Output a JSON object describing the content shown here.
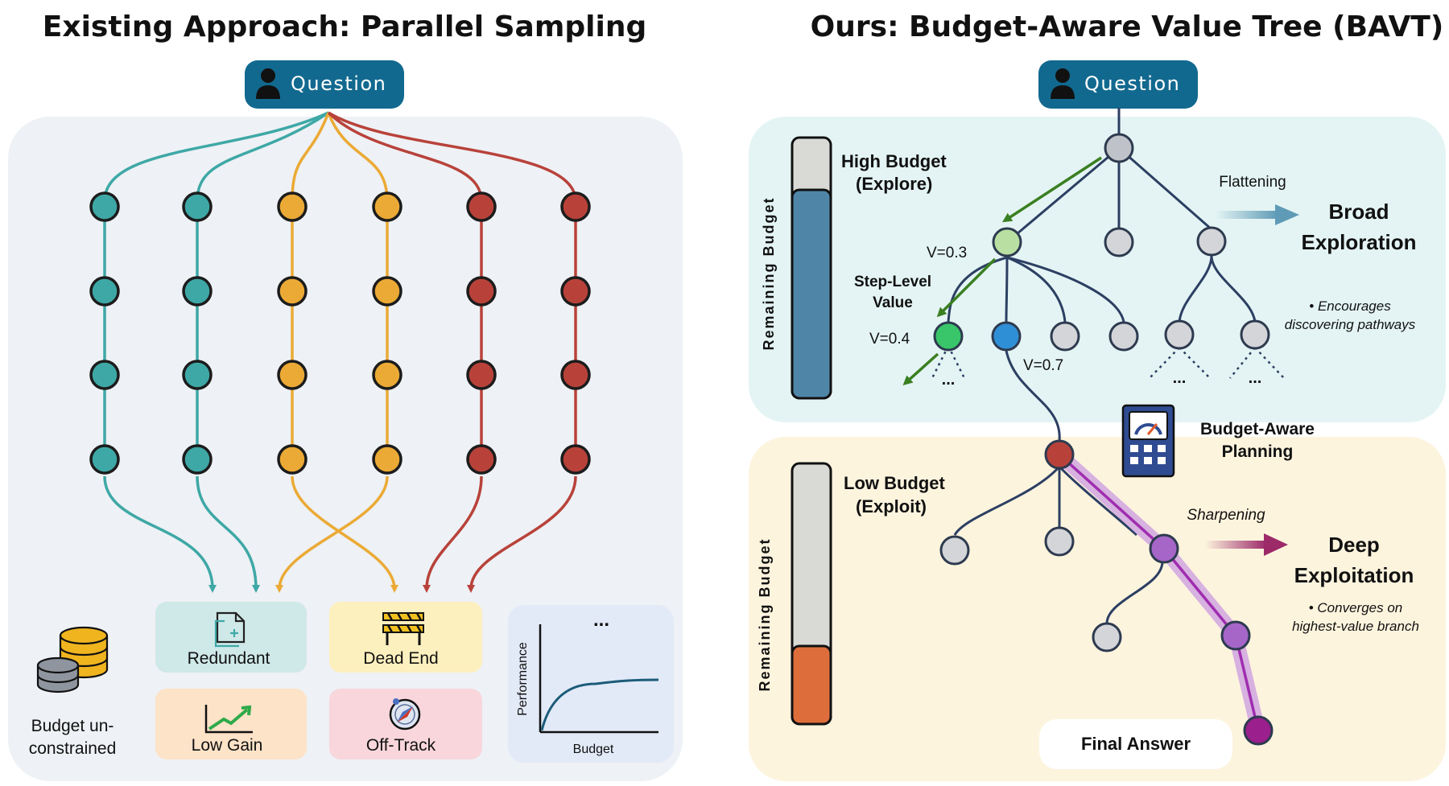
{
  "left": {
    "title": "Existing Approach: Parallel Sampling",
    "question_label": "Question",
    "outcomes": {
      "redundant": "Redundant",
      "dead_end": "Dead End",
      "low_gain": "Low Gain",
      "off_track": "Off-Track"
    },
    "budget_line1": "Budget un-",
    "budget_line2": "constrained",
    "mini_chart": {
      "ellipsis": "...",
      "ylabel": "Performance",
      "xlabel": "Budget"
    },
    "colors": {
      "teal": "#3ea8a6",
      "orange": "#ebaa35",
      "red": "#b8423a"
    }
  },
  "right": {
    "title": "Ours: Budget-Aware Value Tree (BAVT)",
    "question_label": "Question",
    "high_budget_line1": "High Budget",
    "high_budget_line2": "(Explore)",
    "low_budget_line1": "Low Budget",
    "low_budget_line2": "(Exploit)",
    "remaining_budget": "Remaining Budget",
    "high_budget_remaining_fraction": 0.8,
    "low_budget_remaining_fraction": 0.3,
    "v03": "V=0.3",
    "v04": "V=0.4",
    "v07": "V=0.7",
    "step_level_line1": "Step-Level",
    "step_level_line2": "Value",
    "ellipsis": "...",
    "flattening": "Flattening",
    "broad_line1": "Broad",
    "broad_line2": "Exploration",
    "encourages_line1": "• Encourages",
    "encourages_line2": "discovering pathways",
    "planning_line1": "Budget-Aware",
    "planning_line2": "Planning",
    "sharpening": "Sharpening",
    "deep_line1": "Deep",
    "deep_line2": "Exploitation",
    "converges_line1": "• Converges on",
    "converges_line2": "highest-value branch",
    "final_answer": "Final Answer",
    "colors": {
      "navy": "#2c3f63",
      "high_bar": "#4f86a8",
      "low_bar": "#dd6e3c",
      "purple": "#a566c8",
      "green": "#3a7f21"
    }
  }
}
